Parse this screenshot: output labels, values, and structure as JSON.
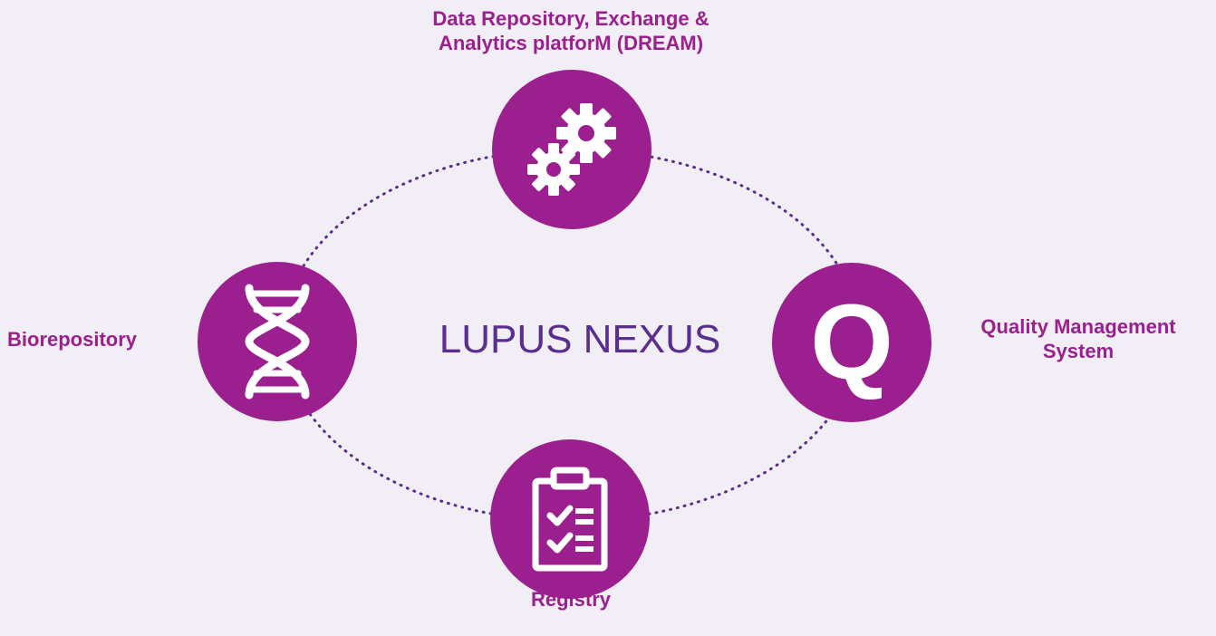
{
  "diagram": {
    "center_title": "LUPUS NEXUS",
    "nodes": {
      "top": {
        "icon": "gears-icon",
        "label_line1": "Data Repository, Exchange &",
        "label_line2": "Analytics platforM (DREAM)"
      },
      "left": {
        "icon": "dna-icon",
        "label": "Biorepository"
      },
      "right": {
        "icon": "quality-q-icon",
        "glyph": "Q",
        "label_line1": "Quality Management",
        "label_line2": "System"
      },
      "bottom": {
        "icon": "clipboard-checklist-icon",
        "label": "Registry"
      }
    },
    "colors": {
      "background": "#f2eef5",
      "node_fill": "#9b1f8f",
      "label_text": "#9b1f8f",
      "center_text": "#5a2d91",
      "connector": "#5a2d91",
      "icon": "#ffffff"
    }
  }
}
